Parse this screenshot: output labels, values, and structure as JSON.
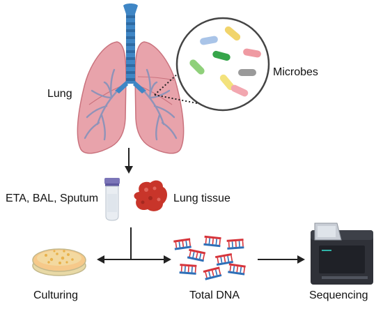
{
  "labels": {
    "lung": "Lung",
    "microbes": "Microbes",
    "samples": "ETA, BAL, Sputum",
    "lung_tissue": "Lung tissue",
    "culturing": "Culturing",
    "total_dna": "Total DNA",
    "sequencing": "Sequencing"
  },
  "colors": {
    "trachea": "#3f86c5",
    "lung": "#e8a3ab",
    "lung_outline": "#c9727d",
    "bronchi": "#8f93b8",
    "tissue": "#c8352a",
    "tube_cap": "#7b75b8",
    "dna_red": "#d6343b",
    "dna_blue": "#2e6fb7",
    "plate_agar": "#f6c98a",
    "sequencer": "#2f3138"
  },
  "microbe_colors": [
    "#a9c4e8",
    "#f1d46b",
    "#36a54a",
    "#ef9aa2",
    "#8fd07a",
    "#f3e27c",
    "#9a9a9a",
    "#f2a7b0"
  ]
}
